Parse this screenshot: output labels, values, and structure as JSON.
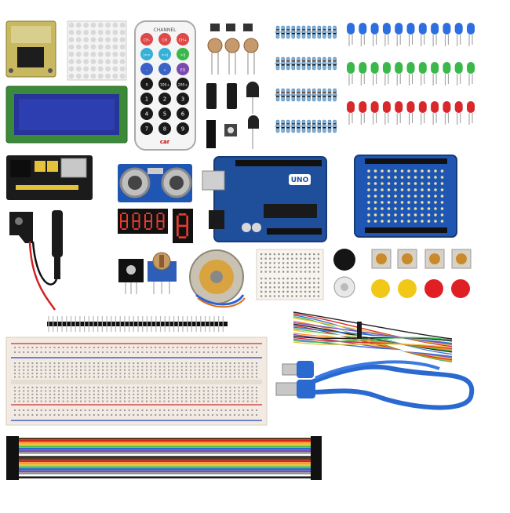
{
  "photo": {
    "background": "#ffffff",
    "colors": {
      "pcb_blue": "#1f4e9a",
      "pcb_blue_dark": "#163c78",
      "lcd_green": "#3a8a3a",
      "lcd_screen": "#27349a",
      "led_blue": "#2d6fe0",
      "led_green": "#3bb84a",
      "led_red": "#d8282c",
      "breadboard": "#f3ebe3",
      "rail_red": "#d84c46",
      "rail_blue": "#3f62c4",
      "usb_cable": "#2a6ad0",
      "seven_seg_red": "#e63a2e"
    }
  },
  "labels": {
    "uno_logo": "UNO",
    "remote_header": "CHANNEL",
    "remote_keys": [
      "CH-",
      "CH",
      "CH+",
      "|<<",
      ">>|",
      ">||",
      "–",
      "+",
      "EQ",
      "0",
      "100+",
      "200+",
      "1",
      "2",
      "3",
      "4",
      "5",
      "6",
      "7",
      "8",
      "9"
    ]
  },
  "components": {
    "relay_module": "relay-module",
    "led_matrix": "led-matrix-8x8",
    "ir_remote": "ir-remote",
    "ldr_sensors": "photoresistor",
    "resistors": "resistor-bank",
    "leds": "led-array",
    "lcd": "lcd-1602",
    "power_module": "breadboard-power-module",
    "ultrasonic": "ultrasonic-sensor",
    "uno_board": "uno-board",
    "proto_shield": "prototype-shield",
    "battery_clip": "9v-battery-clip",
    "seven_segment_4": "4-digit-7-segment-display",
    "seven_segment_1": "1-digit-7-segment-display",
    "joystick_module": "sensor-module",
    "potentiometer": "potentiometer",
    "stepper_motor": "stepper-motor",
    "mini_breadboard": "mini-breadboard",
    "buzzer": "buzzer",
    "buttons": "tactile-buttons",
    "pin_header": "pin-header",
    "jumpers": "jumper-wires",
    "breadboard": "large-breadboard",
    "usb_cable": "usb-cable",
    "dupont_ribbon": "dupont-ribbon-cable"
  }
}
